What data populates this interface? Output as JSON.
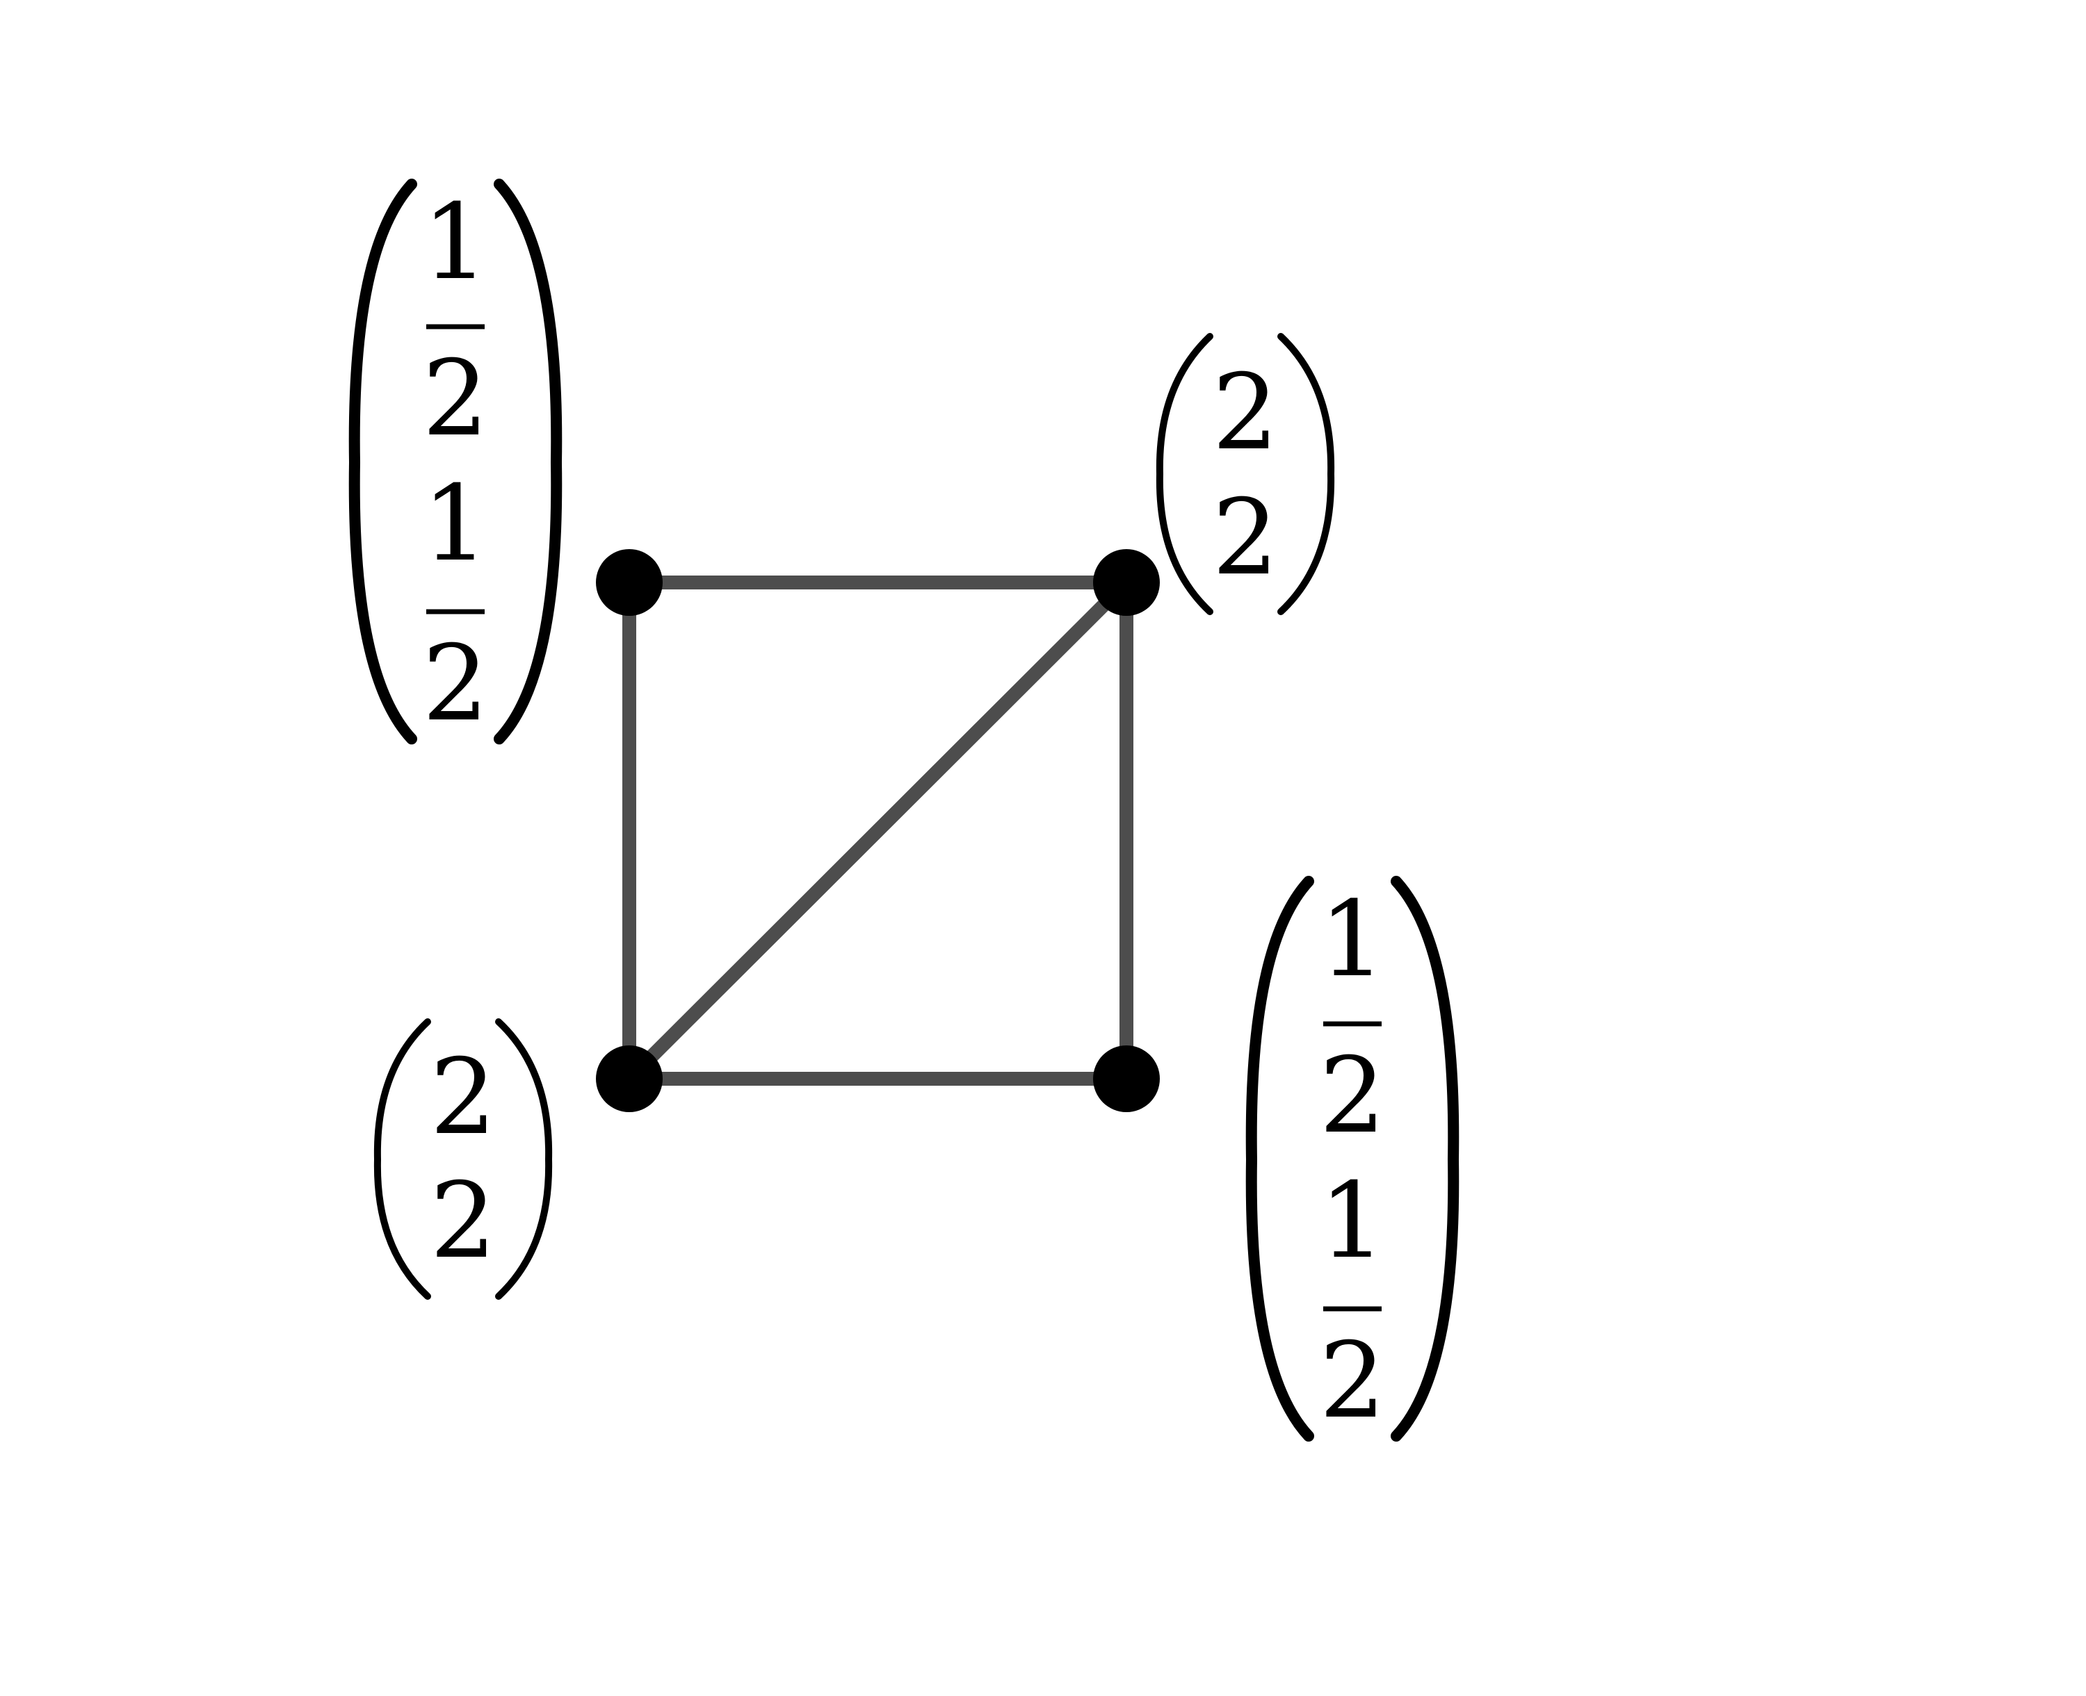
{
  "graph": {
    "edge_color": "#4d4d4d",
    "node_color": "#000000",
    "nodes": [
      {
        "id": "top-left",
        "label": [
          "1/2",
          "1/2"
        ]
      },
      {
        "id": "top-right",
        "label": [
          "2",
          "2"
        ]
      },
      {
        "id": "bottom-left",
        "label": [
          "2",
          "2"
        ]
      },
      {
        "id": "bottom-right",
        "label": [
          "1/2",
          "1/2"
        ]
      }
    ],
    "edges": [
      [
        "top-left",
        "top-right"
      ],
      [
        "top-left",
        "bottom-left"
      ],
      [
        "top-right",
        "bottom-right"
      ],
      [
        "bottom-left",
        "bottom-right"
      ],
      [
        "bottom-left",
        "top-right"
      ]
    ]
  },
  "labels": {
    "top_left": {
      "r1_num": "1",
      "r1_den": "2",
      "r2_num": "1",
      "r2_den": "2"
    },
    "top_right": {
      "r1": "2",
      "r2": "2"
    },
    "bottom_left": {
      "r1": "2",
      "r2": "2"
    },
    "bottom_right": {
      "r1_num": "1",
      "r1_den": "2",
      "r2_num": "1",
      "r2_den": "2"
    }
  }
}
